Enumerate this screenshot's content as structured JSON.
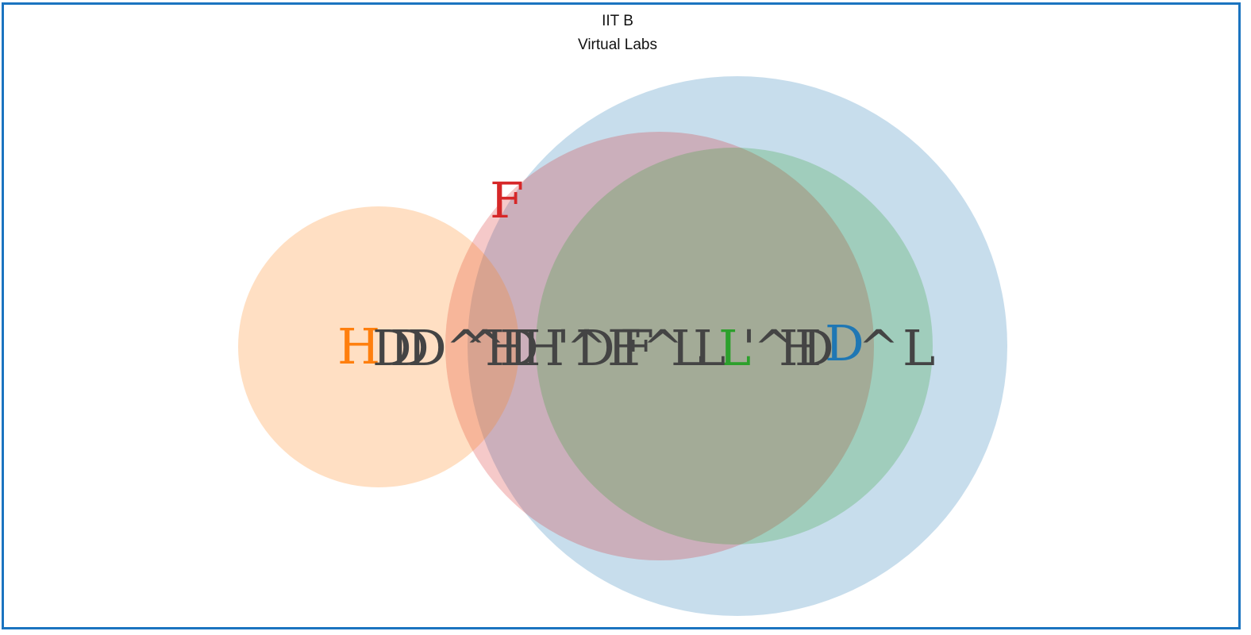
{
  "header": {
    "line1": "IIT B",
    "line2": "Virtual Labs"
  },
  "sets": [
    {
      "id": "set-d",
      "letter": "D",
      "color": "#1f77b4",
      "fill_opacity": 0.25
    },
    {
      "id": "set-f",
      "letter": "F",
      "color": "#d62728",
      "fill_opacity": 0.25
    },
    {
      "id": "set-l",
      "letter": "L",
      "color": "#2ca02c",
      "fill_opacity": 0.25
    },
    {
      "id": "set-h",
      "letter": "H",
      "color": "#ff7f0e",
      "fill_opacity": 0.25
    }
  ],
  "element_labels": {
    "color": "#444444",
    "items": [
      "D",
      "D",
      "D",
      "^",
      "^",
      "H",
      "D",
      "H",
      "'",
      "^",
      "D",
      "F",
      "F",
      "^",
      "L",
      "L",
      "'",
      "^",
      "H",
      "D",
      "^",
      "L"
    ]
  }
}
